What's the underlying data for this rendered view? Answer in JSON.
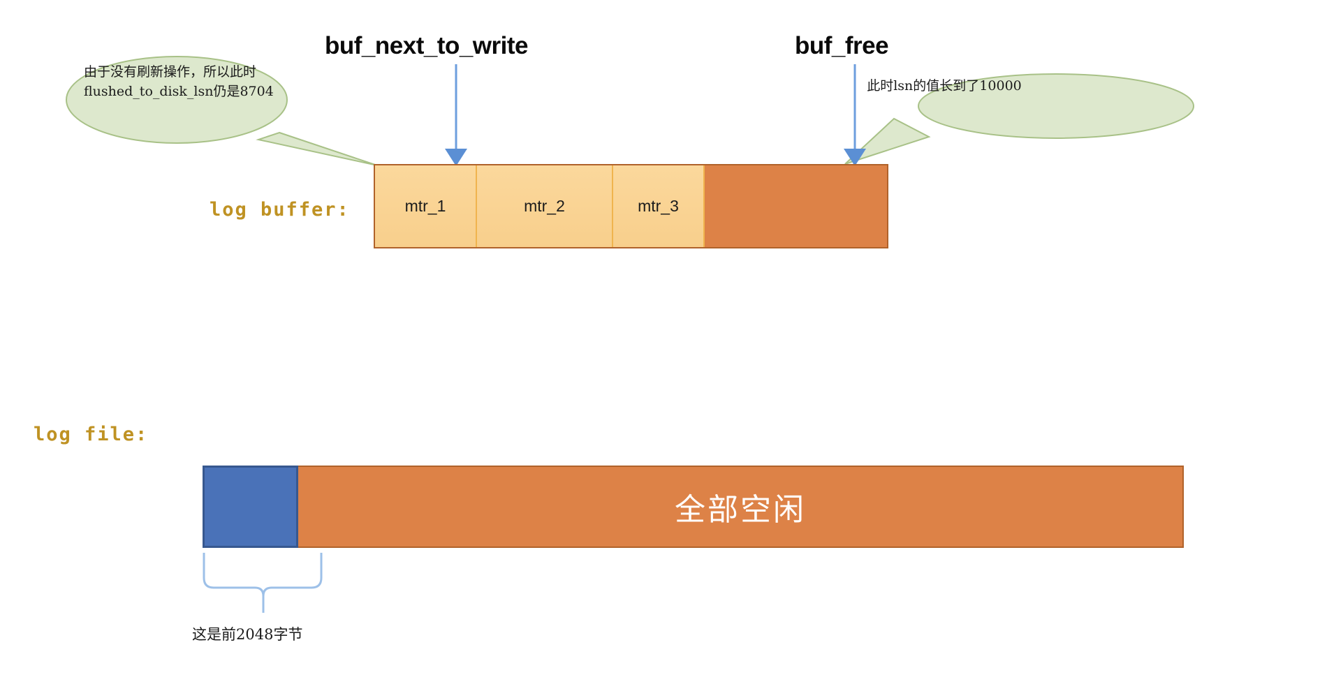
{
  "diagram": {
    "title_pointers": {
      "buf_next_to_write": "buf_next_to_write",
      "buf_free": "buf_free"
    },
    "callouts": [
      {
        "id": "left",
        "text": "由于没有刷新操作，所以此时flushed_to_disk_lsn仍是8704",
        "fill": "#dde8cd",
        "stroke": "#a8c187"
      },
      {
        "id": "right",
        "text": "此时lsn的值长到了10000",
        "fill": "#dde8cd",
        "stroke": "#a8c187"
      }
    ],
    "log_buffer": {
      "label": "log buffer:",
      "blocks": [
        {
          "label": "mtr_1",
          "state": "used"
        },
        {
          "label": "mtr_2",
          "state": "used"
        },
        {
          "label": "mtr_3",
          "state": "used"
        },
        {
          "label": "",
          "state": "free"
        }
      ],
      "used_fill": "#f8cf8c",
      "free_fill": "#dd8247",
      "border": "#b0622a"
    },
    "log_file": {
      "label": "log file:",
      "used_fill": "#4a72b8",
      "free_fill": "#dd8247",
      "free_label": "全部空闲",
      "brace_caption": "这是前2048字节"
    },
    "colors": {
      "arrow_blue": "#6d9ede",
      "label_gold": "#bf9223",
      "text_black": "#0a0a0a"
    }
  }
}
